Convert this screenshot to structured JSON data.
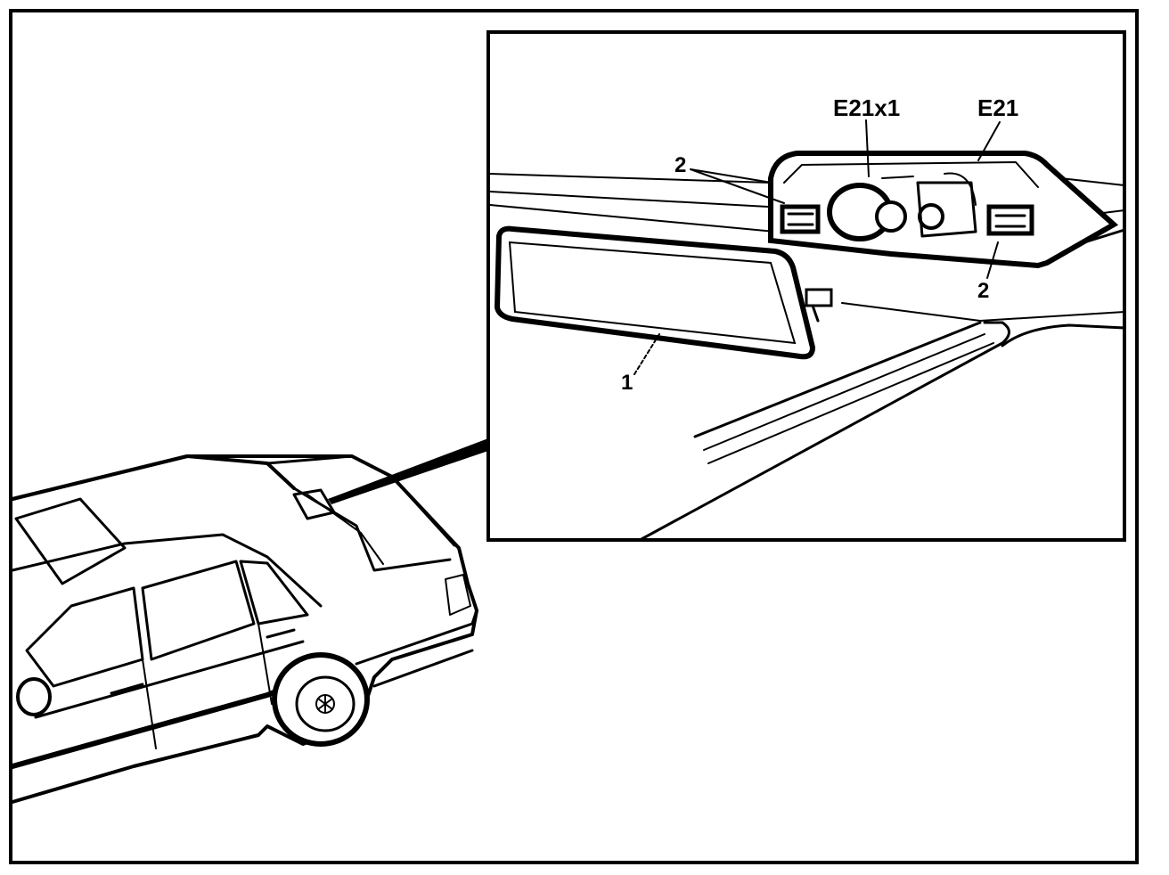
{
  "labels": {
    "part_1": "1",
    "part_2_left": "2",
    "part_2_right": "2",
    "e21x1": "E21x1",
    "e21": "E21"
  },
  "colors": {
    "line": "#000000",
    "background": "#ffffff"
  }
}
